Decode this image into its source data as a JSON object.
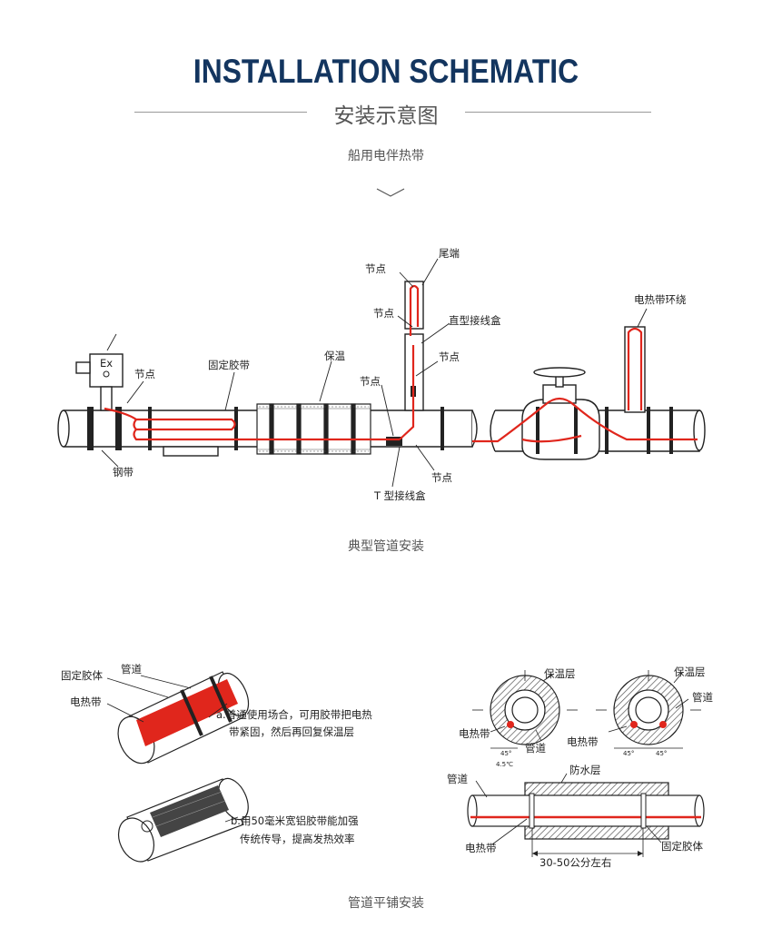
{
  "header": {
    "title": "INSTALLATION SCHEMATIC",
    "subtitle": "安装示意图",
    "product": "船用电伴热带"
  },
  "colors": {
    "title": "#13355f",
    "heat_cable": "#e0261c",
    "line": "#222222"
  },
  "diagram1": {
    "caption": "典型管道安装",
    "labels": {
      "tail": "尾端",
      "node_top": "节点",
      "node_mid": "节点",
      "straight_box": "直型接线盒",
      "node_right": "节点",
      "node_left": "节点",
      "fixing_tape": "固定胶带",
      "insulation": "保温",
      "node_center": "节点",
      "steel_band": "钢带",
      "node_bottom": "节点",
      "t_box": "T 型接线盒",
      "cable_wrap": "电热带环绕",
      "ex_mark": "Ex"
    }
  },
  "diagram2": {
    "caption": "管道平铺安装",
    "labels": {
      "fixing_glue": "固定胶体",
      "pipe_a": "管道",
      "heat_cable_a": "电热带",
      "note_a_line1": "a.普通使用场合，可用胶带把电热",
      "note_a_line2": "带紧固，然后再回复保温层",
      "note_b_line1": "b.用50毫米宽铝胶带能加强",
      "note_b_line2": "传统传导，提高发热效率",
      "insul_layer_1": "保温层",
      "heat_cable_1": "电热带",
      "pipe_1": "管道",
      "angle_1": "45°",
      "angle_note": "4.5℃",
      "insul_layer_2": "保温层",
      "pipe_2": "管道",
      "heat_cable_2": "电热带",
      "angle_2a": "45°",
      "angle_2b": "45°",
      "pipe_3": "管道",
      "waterproof": "防水层",
      "heat_cable_3": "电热带",
      "spacing": "30-50公分左右",
      "fixing_glue_3": "固定胶体"
    }
  }
}
